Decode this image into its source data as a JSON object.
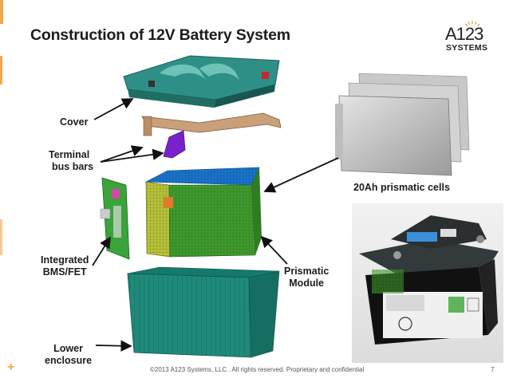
{
  "slide": {
    "title": "Construction of 12V Battery System",
    "logo": {
      "line1": "A123",
      "line2": "SYSTEMS"
    },
    "labels": {
      "cover": "Cover",
      "terminal_line1": "Terminal",
      "terminal_line2": "bus bars",
      "bms_line1": "Integrated",
      "bms_line2": "BMS/FET",
      "lower_line1": "Lower",
      "lower_line2": "enclosure",
      "prismatic_line1": "Prismatic",
      "prismatic_line2": "Module",
      "cells": "20Ah prismatic cells"
    },
    "footer": "©2013 A123 Systems, LLC . All rights reserved. Proprietary and confidential",
    "page_number": "7",
    "colors": {
      "accent": "#f3a64b",
      "cover_teal": "#2e8f86",
      "module_green": "#3f9a2c",
      "cell_blue": "#1a73c9",
      "busbar_purple": "#7a22c9"
    }
  }
}
